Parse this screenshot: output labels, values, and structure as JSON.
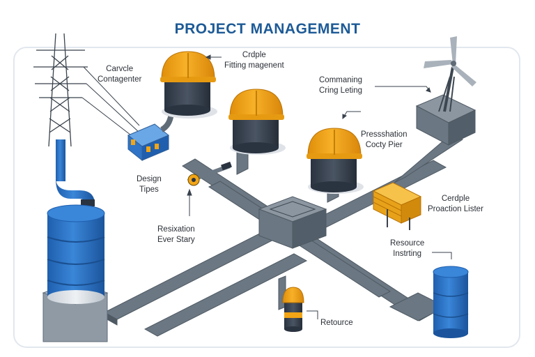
{
  "title": "PROJECT MANAGEMENT",
  "labels": {
    "carvcle": [
      "Carvcle",
      "Contagenter"
    ],
    "fitting": [
      "Crdple",
      "Fitting magenent"
    ],
    "commaning": [
      "Commaning",
      "Cring Leting"
    ],
    "pressation": [
      "Pressshation",
      "Cocty Pier"
    ],
    "design": [
      "Design",
      "Tipes"
    ],
    "cerdple": [
      "Cerdple",
      "Proaction Lister"
    ],
    "resixation": [
      "Resixation",
      "Ever Stary"
    ],
    "resource_instr": [
      "Resource",
      "Instrting"
    ],
    "retource": [
      "Retource"
    ]
  },
  "colors": {
    "title": "#1d5a96",
    "pipe": "#5f6b76",
    "helmet": "#f2a516",
    "blue": "#2f74c6",
    "frame": "#e2e7ee"
  }
}
